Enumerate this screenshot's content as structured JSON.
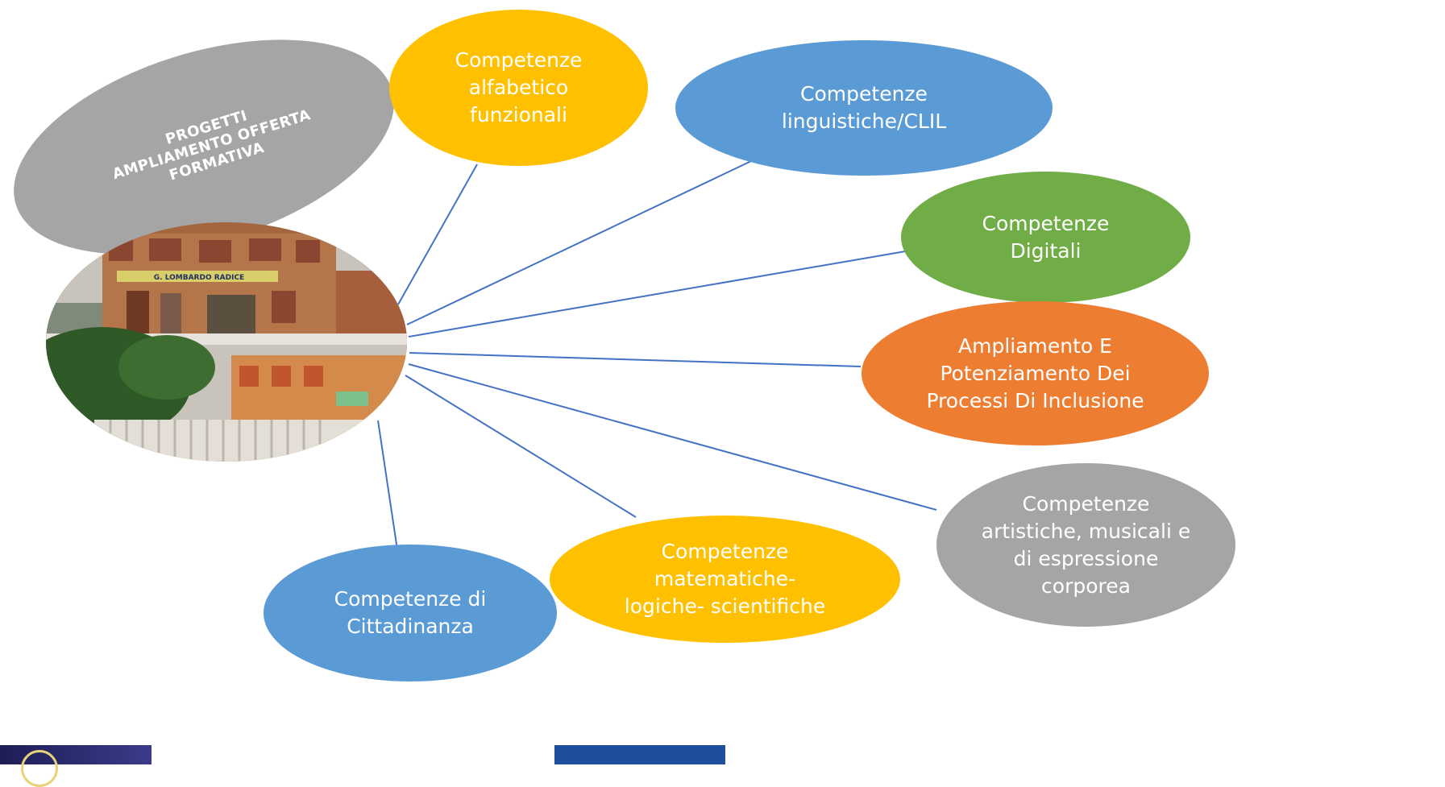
{
  "center": {
    "title_lines": [
      "PROGETTI",
      "AMPLIAMENTO OFFERTA",
      "FORMATIVA"
    ],
    "photo_sign": "G. LOMBARDO RADICE"
  },
  "nodes": [
    {
      "id": "alfabetico",
      "lines": [
        "Competenze",
        "alfabetico",
        "funzionali"
      ],
      "color": "#ffc000"
    },
    {
      "id": "linguistiche",
      "lines": [
        "Competenze",
        "linguistiche/CLIL"
      ],
      "color": "#5b9bd5"
    },
    {
      "id": "digitali",
      "lines": [
        "Competenze",
        "Digitali"
      ],
      "color": "#70ad47"
    },
    {
      "id": "inclusione",
      "lines": [
        "Ampliamento E",
        "Potenziamento Dei",
        "Processi Di Inclusione"
      ],
      "color": "#ed7d31"
    },
    {
      "id": "artistiche",
      "lines": [
        "Competenze",
        "artistiche, musicali e",
        "di espressione",
        "corporea"
      ],
      "color": "#a5a5a5"
    },
    {
      "id": "matematiche",
      "lines": [
        "Competenze",
        "matematiche-",
        "logiche- scientifiche"
      ],
      "color": "#ffc000"
    },
    {
      "id": "cittadinanza",
      "lines": [
        "Competenze di",
        "Cittadinanza"
      ],
      "color": "#5b9bd5"
    }
  ],
  "colors": {
    "connector": "#4472c4",
    "title_bubble": "#a5a5a5"
  }
}
